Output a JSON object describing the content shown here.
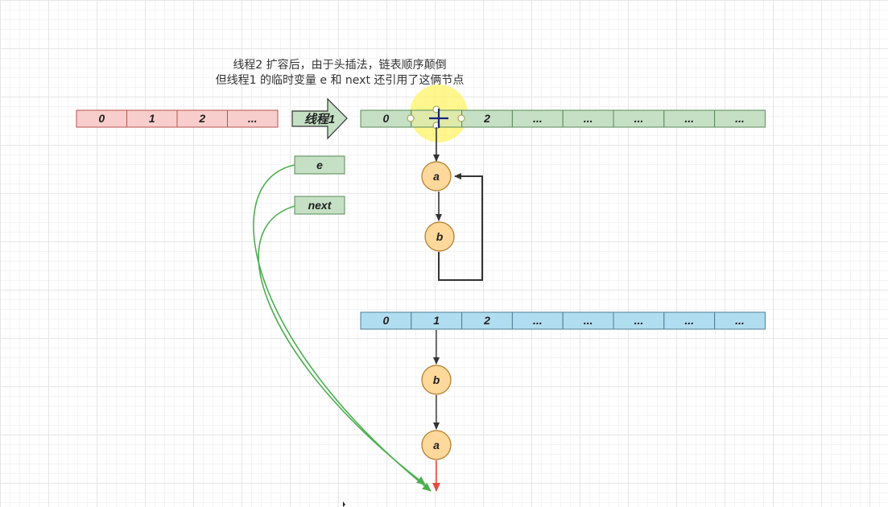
{
  "caption": {
    "line1": "线程2 扩容后，由于头插法，链表顺序颠倒",
    "line2": "但线程1 的临时变量 e 和 next 还引用了这俩节点"
  },
  "thread_arrow_label": "线程1",
  "arrays": {
    "original": {
      "cells": [
        "0",
        "1",
        "2",
        "..."
      ],
      "fill": "#f8cecc",
      "stroke": "#b85450"
    },
    "thread1": {
      "cells": [
        "0",
        "",
        "2",
        "...",
        "...",
        "...",
        "...",
        "..."
      ],
      "fill": "#c5e0c5",
      "stroke": "#5a8a5a"
    },
    "thread2": {
      "cells": [
        "0",
        "1",
        "2",
        "...",
        "...",
        "...",
        "...",
        "..."
      ],
      "fill": "#b1ddf0",
      "stroke": "#4f7d94"
    }
  },
  "variables": {
    "e": "e",
    "next": "next",
    "fill": "#c5e0c5"
  },
  "nodes": {
    "thread1_a": "a",
    "thread1_b": "b",
    "thread2_b": "b",
    "thread2_a": "a",
    "fill": "#ffd89b",
    "stroke": "#b07a28"
  },
  "colors": {
    "pointer_green": "#4caf50",
    "pointer_red": "#e84c3d",
    "link": "#333333",
    "highlight": "#fff35c"
  }
}
